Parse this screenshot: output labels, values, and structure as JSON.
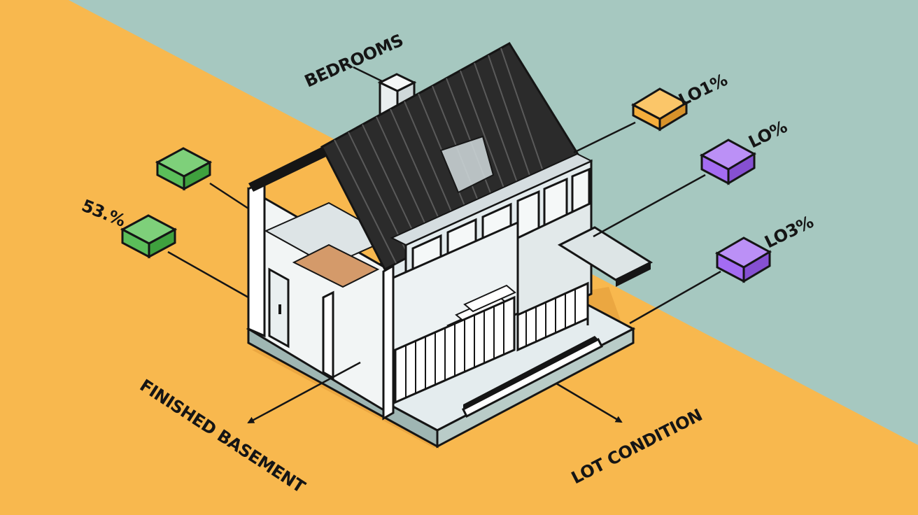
{
  "diagram": {
    "colors": {
      "ground": "#F8B84E",
      "sky": "#A6C8C0",
      "roof": "#2B2B2B",
      "outline": "#151515",
      "green_marker": "#5BBE5A",
      "orange_marker": "#F5AE3C",
      "purple_marker": "#A46CF2",
      "floor_wood": "#D49A6A",
      "glass": "#E4ECEE"
    },
    "labels": {
      "bedrooms": "BEDROOMS",
      "left_percent": "53.%",
      "right_percent_1": "LO1%",
      "right_percent_2": "LO%",
      "right_percent_3": "LO3%",
      "finished_basement": "FINISHED BASEMENT",
      "lot_condition": "LOT CONDITION"
    },
    "markers": [
      {
        "name": "green-marker-top",
        "color": "green"
      },
      {
        "name": "green-marker-left",
        "color": "green"
      },
      {
        "name": "orange-marker",
        "color": "orange"
      },
      {
        "name": "purple-marker-top",
        "color": "purple"
      },
      {
        "name": "purple-marker-bottom",
        "color": "purple"
      }
    ]
  }
}
